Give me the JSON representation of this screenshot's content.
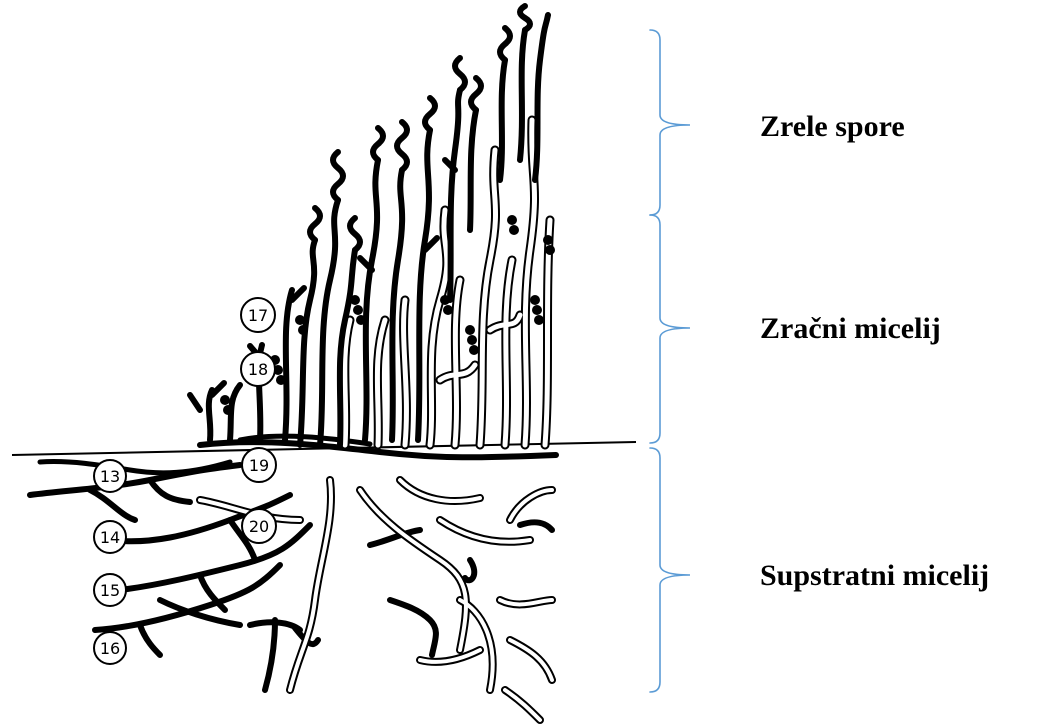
{
  "diagram": {
    "zones": [
      {
        "id": "mature-spores",
        "label": "Zrele spore"
      },
      {
        "id": "aerial-mycelium",
        "label": "Zračni micelij"
      },
      {
        "id": "substrate-mycelium",
        "label": "Supstratni micelij"
      }
    ],
    "markers": [
      "13",
      "14",
      "15",
      "16",
      "17",
      "18",
      "19",
      "20"
    ],
    "colors": {
      "bracket": "#5b9bd5",
      "hyphae": "#000000",
      "hollow_hyphae_fill": "#ffffff"
    }
  }
}
